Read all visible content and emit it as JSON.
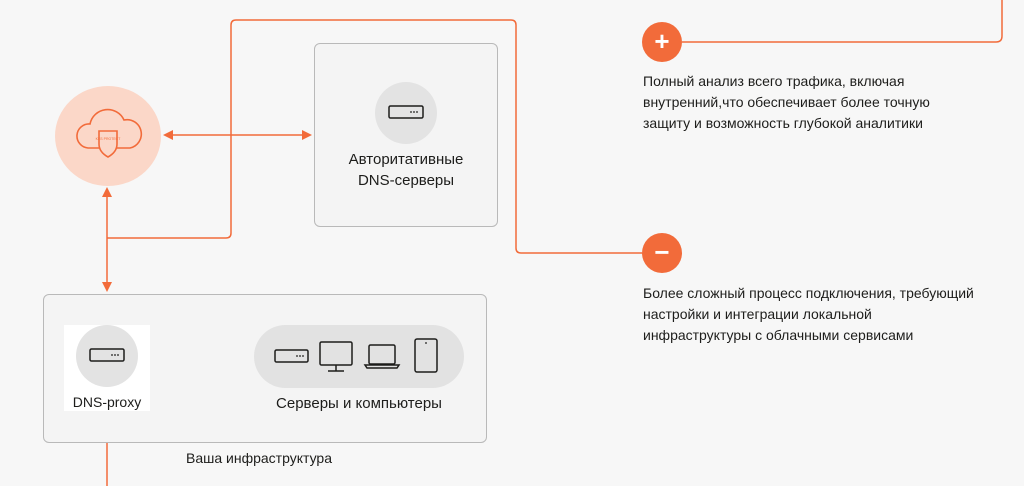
{
  "nodes": {
    "cloud": {
      "badge_text": "KES PROTECT"
    },
    "auth_dns": {
      "label_line1": "Авторитативные",
      "label_line2": "DNS-серверы"
    },
    "dns_proxy": {
      "label": "DNS-proxy"
    },
    "devices": {
      "label": "Серверы и компьютеры"
    }
  },
  "infrastructure": {
    "caption": "Ваша инфраструктура"
  },
  "pros": {
    "symbol": "+",
    "text_lines": [
      "Полный анализ всего трафика, включая",
      "внутренний,что обеспечивает более точную",
      "защиту и возможность глубокой аналитики"
    ]
  },
  "cons": {
    "symbol": "−",
    "text_lines": [
      "Более сложный процесс подключения, требующий",
      "настройки и интеграции локальной",
      "инфраструктуры с облачными сервисами"
    ]
  },
  "colors": {
    "accent": "#f26b3a",
    "cloud_fill": "#fbd7c8",
    "box_border": "#b9b9b9"
  }
}
